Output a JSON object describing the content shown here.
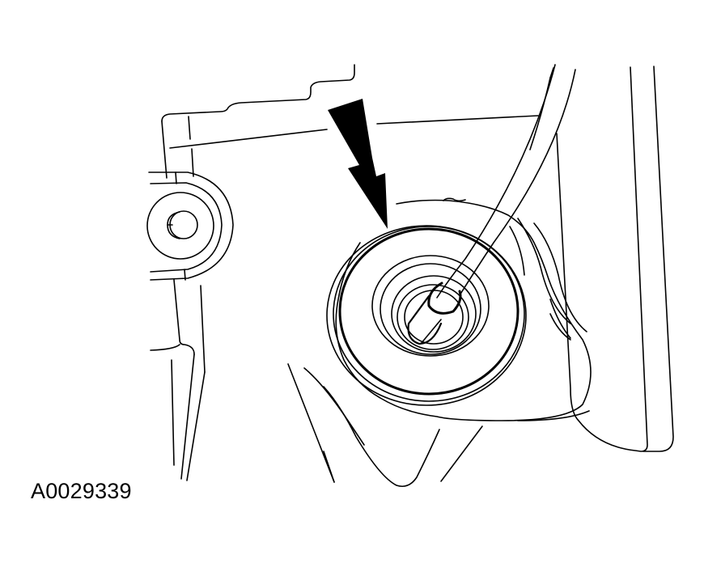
{
  "figure": {
    "caption_id": "A0029339",
    "line_color": "#000000",
    "background_color": "#ffffff",
    "callout": {
      "type": "double-chevron arrow",
      "points_to": "seal/bore center"
    },
    "components": [
      "housing-outline",
      "left-bushing",
      "circular-seal-bore",
      "tube-line",
      "right-panel",
      "lower-bracket"
    ]
  }
}
